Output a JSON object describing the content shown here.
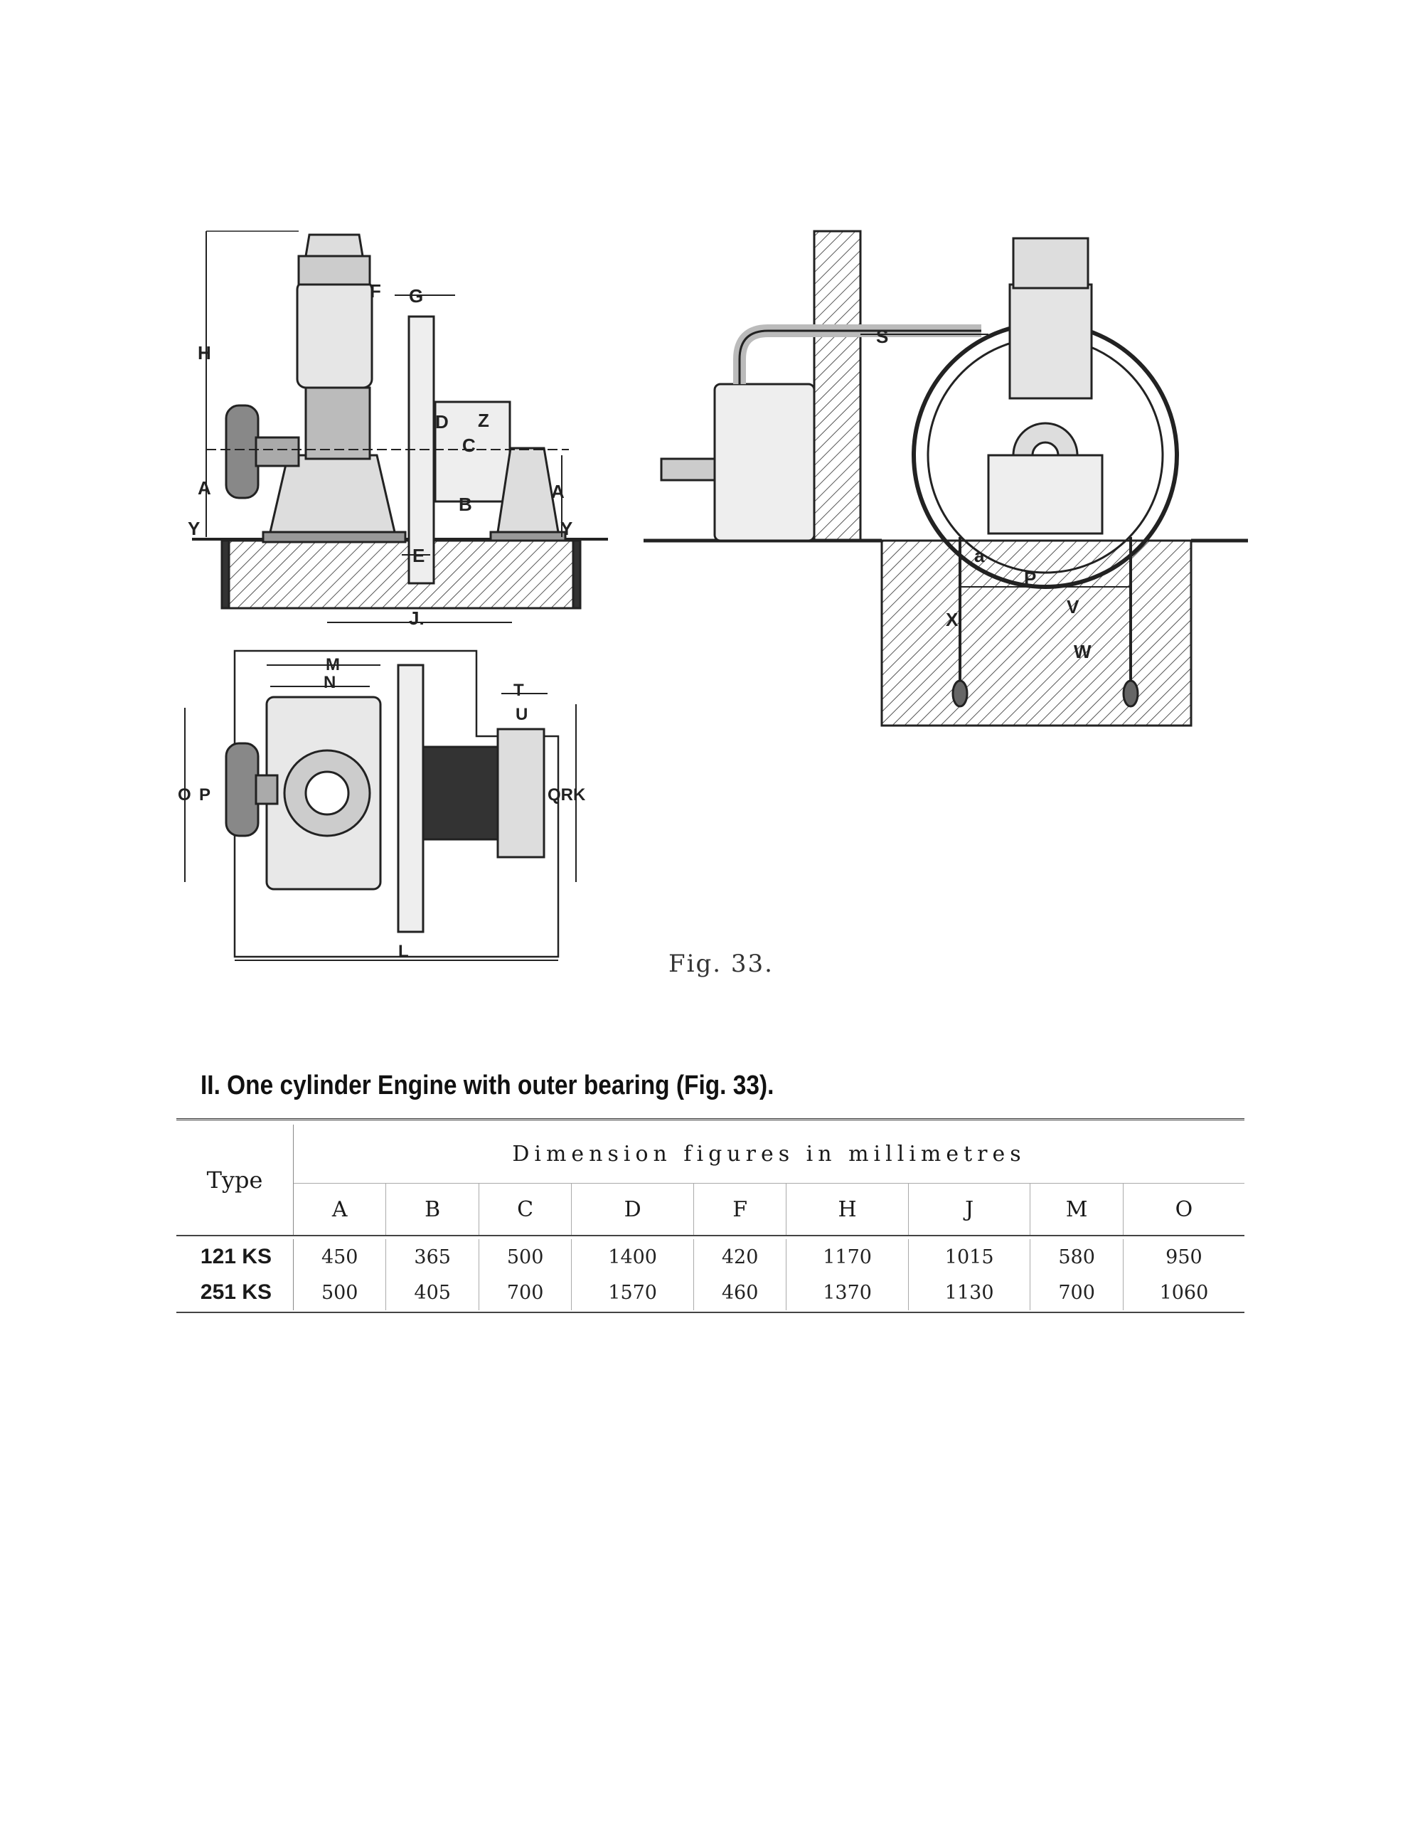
{
  "figure": {
    "caption": "Fig. 33.",
    "side_view_labels": [
      "H",
      "F",
      "G",
      "D",
      "Z",
      "C",
      "B",
      "A",
      "A",
      "Y",
      "Y",
      "E",
      "J."
    ],
    "plan_view_labels": [
      "M",
      "N",
      "T",
      "U",
      "O",
      "P",
      "Q",
      "R",
      "K",
      "L"
    ],
    "installation_labels": [
      "S",
      "a",
      "P",
      "V",
      "X",
      "W"
    ]
  },
  "section": {
    "title": "II. One cylinder Engine with outer bearing (Fig. 33)."
  },
  "table": {
    "type_header": "Type",
    "group_header": "Dimension figures in millimetres",
    "columns": [
      "A",
      "B",
      "C",
      "D",
      "F",
      "H",
      "J",
      "M",
      "O"
    ],
    "rows": [
      {
        "type": "121 KS",
        "values": [
          "450",
          "365",
          "500",
          "1400",
          "420",
          "1170",
          "1015",
          "580",
          "950"
        ]
      },
      {
        "type": "251 KS",
        "values": [
          "500",
          "405",
          "700",
          "1570",
          "460",
          "1370",
          "1130",
          "700",
          "1060"
        ]
      }
    ]
  }
}
